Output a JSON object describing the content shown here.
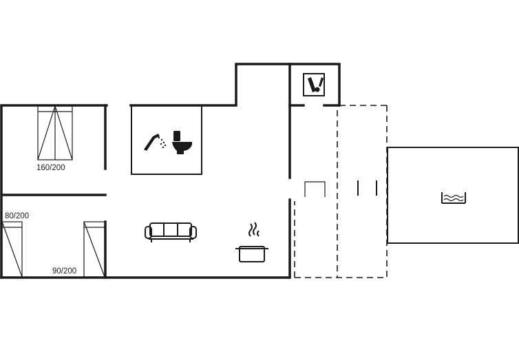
{
  "beds": {
    "double_bed": "160/200",
    "single_bed_left": "80/200",
    "single_bed_right": "90/200"
  },
  "icons": {
    "shower": "shower-icon",
    "toilet": "toilet-icon",
    "sofa": "sofa-icon",
    "kitchen": "cooking-pot-icon",
    "utility": "washing-machine-icon",
    "pool": "pool-icon"
  }
}
